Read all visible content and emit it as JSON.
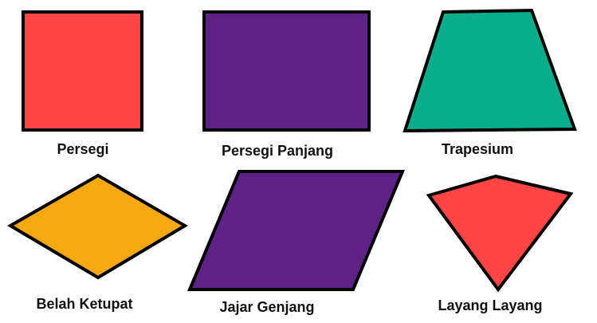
{
  "shapes": [
    {
      "key": "persegi",
      "name": "Persegi",
      "fill": "#FF4545"
    },
    {
      "key": "persegi_panjang",
      "name": "Persegi Panjang",
      "fill": "#5E2185"
    },
    {
      "key": "trapesium",
      "name": "Trapesium",
      "fill": "#0AAE8C"
    },
    {
      "key": "belah_ketupat",
      "name": "Belah Ketupat",
      "fill": "#F6A810"
    },
    {
      "key": "jajar_genjang",
      "name": "Jajar Genjang",
      "fill": "#5E2185"
    },
    {
      "key": "layang_layang",
      "name": "Layang Layang",
      "fill": "#FF4545"
    }
  ]
}
